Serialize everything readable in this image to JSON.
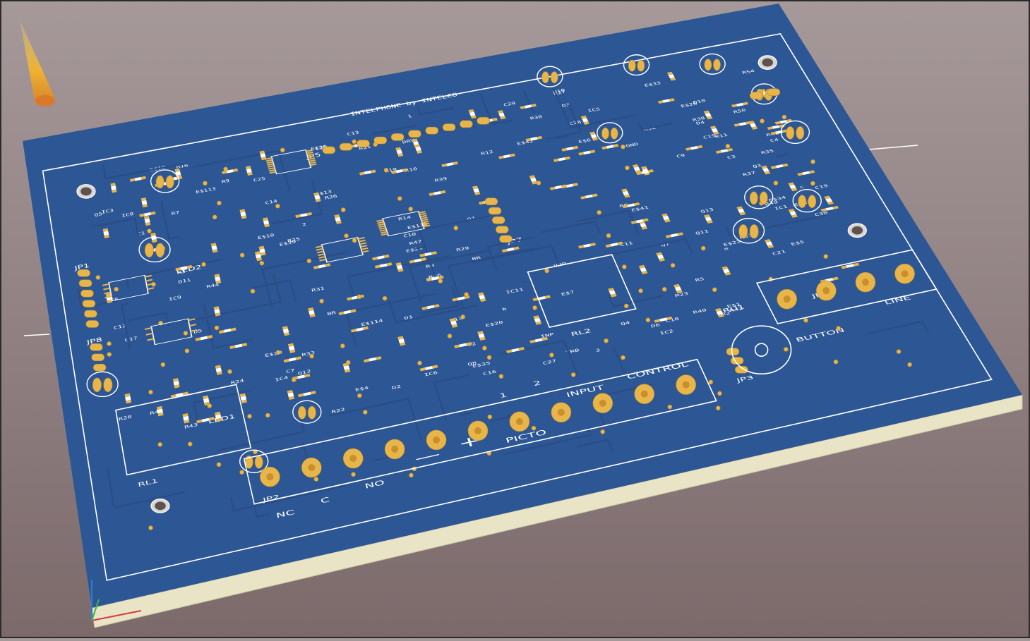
{
  "board": {
    "brand": "INTELPHONE by INTELCO",
    "colors": {
      "soldermask": "#2d5694",
      "copper": "#e8b54a",
      "silkscreen": "#ffffff",
      "edge": "#e9e4c6"
    }
  },
  "terminals": {
    "labels": [
      "NC",
      "C",
      "NO",
      "—",
      "+",
      "PICTO",
      "1",
      "2",
      "INPUT",
      "CONTROL",
      "BUTTON",
      "LINE"
    ]
  },
  "refs": {
    "connectors": [
      "JP1",
      "JP2",
      "JP3",
      "JP4",
      "JP5",
      "JP7",
      "JP8"
    ],
    "relays": [
      "RL1",
      "RL2"
    ],
    "leds": [
      "LED1",
      "LED2"
    ],
    "trimmer": "RU1",
    "ics": [
      "IC1",
      "IC2",
      "IC3",
      "IC4",
      "IC5",
      "IC6",
      "IC8",
      "IC9",
      "IC11"
    ],
    "resistors": [
      "R2",
      "R3",
      "R5",
      "R6",
      "R7",
      "R8",
      "R9",
      "R10",
      "R11",
      "R12",
      "R13",
      "R14",
      "R16",
      "R19",
      "R21",
      "R22",
      "R23",
      "R24",
      "R25",
      "R27",
      "R28",
      "R29",
      "R30",
      "R31",
      "R33",
      "R35",
      "R36",
      "R37",
      "R38",
      "R39",
      "R40",
      "R42",
      "R43",
      "R44",
      "R45",
      "R46",
      "R47",
      "R48",
      "R49",
      "R50",
      "R51",
      "R52",
      "R54"
    ],
    "capacitors": [
      "C1",
      "C2",
      "C3",
      "C4",
      "C7",
      "C8",
      "C9",
      "C10",
      "C11",
      "C12",
      "C13",
      "C14",
      "C15",
      "C16",
      "C17",
      "C18",
      "C19",
      "C20",
      "C21",
      "C25",
      "C27",
      "C28",
      "C29",
      "C30"
    ],
    "transistors": [
      "Q1",
      "Q2",
      "Q3",
      "Q4",
      "Q5",
      "Q7",
      "Q8",
      "Q10",
      "Q11",
      "Q12",
      "Q13"
    ],
    "diodes": [
      "D1",
      "D2",
      "D3",
      "D4",
      "D5",
      "D6",
      "D8",
      "D10",
      "D11"
    ],
    "esd": [
      "E$1",
      "E$3",
      "E$4",
      "E$5",
      "E$6",
      "E$7",
      "E$10",
      "E$11",
      "E$13",
      "E$18",
      "E$20",
      "E$22",
      "E$26",
      "E$28",
      "E$29",
      "E$33",
      "E$34",
      "E$35",
      "E$36",
      "E$37",
      "E$39",
      "E$41",
      "E$42",
      "E$113",
      "E$114"
    ],
    "misc": [
      "BR",
      "BR",
      "1",
      "2",
      "3",
      "b",
      "c",
      "e",
      "GND",
      "VDD",
      "DRV",
      "INP",
      "TRB"
    ]
  }
}
